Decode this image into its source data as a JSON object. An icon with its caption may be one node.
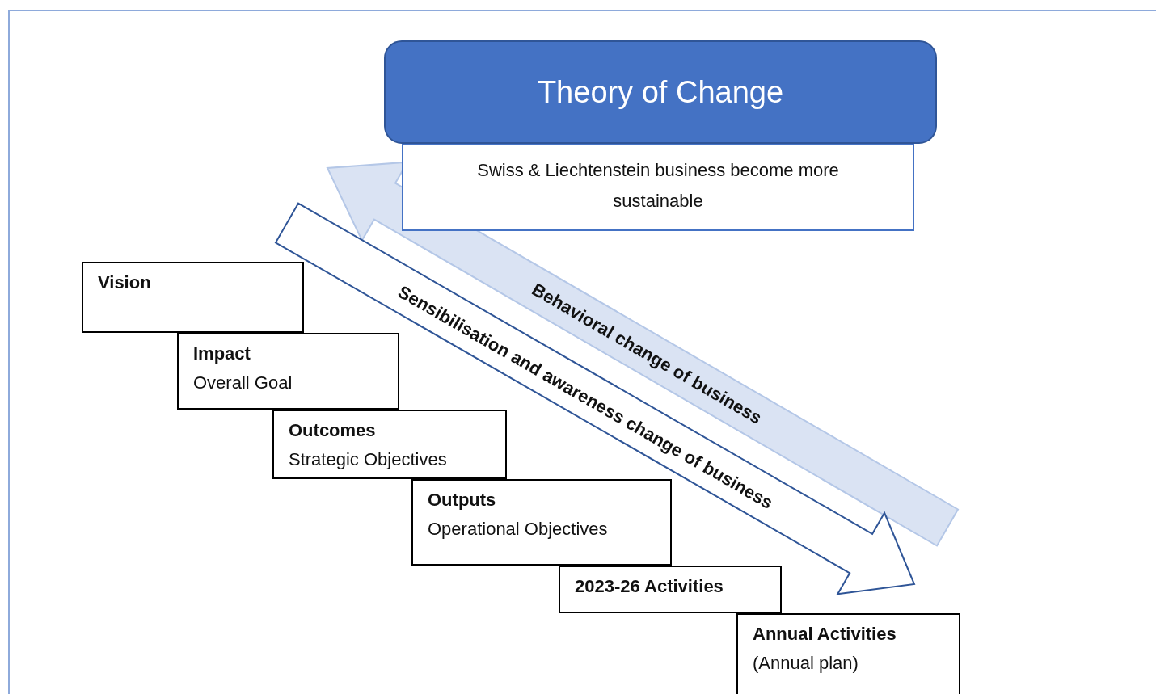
{
  "diagram": {
    "nodes": [
      {
        "text": [
          "Theory of Change"
        ]
      },
      {
        "text": [
          "Swiss & Liechtenstein business become more sustainable"
        ]
      },
      {
        "text": [
          "Vision"
        ]
      },
      {
        "text": [
          "Impact",
          "Overall Goal"
        ]
      },
      {
        "text": [
          "Outcomes",
          "Strategic Objectives"
        ]
      },
      {
        "text": [
          "Outputs",
          "Operational Objectives"
        ]
      },
      {
        "text": [
          "2023-26 Activities"
        ]
      },
      {
        "text": [
          "Annual Activities",
          "(Annual plan)"
        ]
      }
    ],
    "edges": [
      {
        "from": null,
        "to": 1,
        "arrow": "to",
        "label": "Behavioral change of business",
        "style": "thick",
        "color": "#dae3f3"
      },
      {
        "from": null,
        "to": 7,
        "arrow": "to",
        "label": "Sensibilisation and awareness change of business",
        "style": "thick"
      }
    ]
  }
}
